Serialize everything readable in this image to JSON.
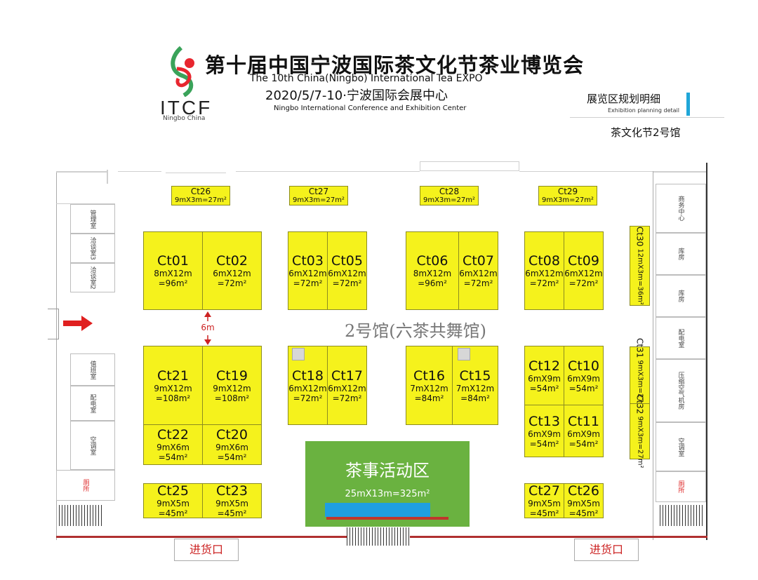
{
  "header": {
    "title_cn": "第十届中国宁波国际茶文化节茶业博览会",
    "title_en": "The 10th China(Ningbo) International Tea EXPO",
    "date_venue_cn": "2020/5/7-10·宁波国际会展中心",
    "venue_en": "Ningbo International Conference and Exhibition Center",
    "logo_text": "ITCF",
    "logo_sub": "Ningbo China",
    "planning_cn": "展览区规划明细",
    "planning_en": "Exhibition planning detail",
    "hall": "茶文化节2号馆"
  },
  "colors": {
    "booth": "#f5f21c",
    "activity": "#6ab240",
    "stage": "#1f9fe0",
    "arrow": "#e02020",
    "accent": "#1fa6d8"
  },
  "top_booths": [
    {
      "id": "Ct26",
      "size": "9mX3m=27m²"
    },
    {
      "id": "Ct27",
      "size": "9mX3m=27m²"
    },
    {
      "id": "Ct28",
      "size": "9mX3m=27m²"
    },
    {
      "id": "Ct29",
      "size": "9mX3m=27m²"
    }
  ],
  "booths": [
    {
      "id": "Ct01",
      "size": "8mX12m",
      "area": "=96m²"
    },
    {
      "id": "Ct02",
      "size": "6mX12m",
      "area": "=72m²"
    },
    {
      "id": "Ct03",
      "size": "6mX12m",
      "area": "=72m²"
    },
    {
      "id": "Ct05",
      "size": "6mX12m",
      "area": "=72m²"
    },
    {
      "id": "Ct06",
      "size": "8mX12m",
      "area": "=96m²"
    },
    {
      "id": "Ct07",
      "size": "6mX12m",
      "area": "=72m²"
    },
    {
      "id": "Ct08",
      "size": "6mX12m",
      "area": "=72m²"
    },
    {
      "id": "Ct09",
      "size": "6mX12m",
      "area": "=72m²"
    },
    {
      "id": "Ct21",
      "size": "9mX12m",
      "area": "=108m²"
    },
    {
      "id": "Ct19",
      "size": "9mX12m",
      "area": "=108m²"
    },
    {
      "id": "Ct18",
      "size": "6mX12m",
      "area": "=72m²"
    },
    {
      "id": "Ct17",
      "size": "6mX12m",
      "area": "=72m²"
    },
    {
      "id": "Ct16",
      "size": "7mX12m",
      "area": "=84m²"
    },
    {
      "id": "Ct15",
      "size": "7mX12m",
      "area": "=84m²"
    },
    {
      "id": "Ct12",
      "size": "6mX9m",
      "area": "=54m²"
    },
    {
      "id": "Ct10",
      "size": "6mX9m",
      "area": "=54m²"
    },
    {
      "id": "Ct22",
      "size": "9mX6m",
      "area": "=54m²"
    },
    {
      "id": "Ct20",
      "size": "9mX6m",
      "area": "=54m²"
    },
    {
      "id": "Ct13",
      "size": "6mX9m",
      "area": "=54m²"
    },
    {
      "id": "Ct11",
      "size": "6mX9m",
      "area": "=54m²"
    },
    {
      "id": "Ct25",
      "size": "9mX5m",
      "area": "=45m²"
    },
    {
      "id": "Ct23",
      "size": "9mX5m",
      "area": "=45m²"
    },
    {
      "id": "Ct27",
      "size": "9mX5m",
      "area": "=45m²"
    },
    {
      "id": "Ct26",
      "size": "9mX5m",
      "area": "=45m²"
    }
  ],
  "side_booths": [
    {
      "id": "Ct30",
      "size": "12mX3m=36m²"
    },
    {
      "id": "Ct31",
      "size": "9mX3m=27m²"
    },
    {
      "id": "Ct32",
      "size": "9mX3m=27m²"
    }
  ],
  "hall_name": "2号馆(六茶共舞馆)",
  "aisle": "6m",
  "activity": {
    "name": "茶事活动区",
    "size": "25mX13m=325m²"
  },
  "left_rooms": [
    "管理室",
    "洽谈室3",
    "洽谈室2",
    "值班室",
    "配电室",
    "空调室",
    "厕所"
  ],
  "right_rooms": [
    "商务中心",
    "库房",
    "库房",
    "配电室",
    "压缩空气机房",
    "空调室",
    "厕所"
  ],
  "entrances": [
    "进货口",
    "进货口"
  ]
}
